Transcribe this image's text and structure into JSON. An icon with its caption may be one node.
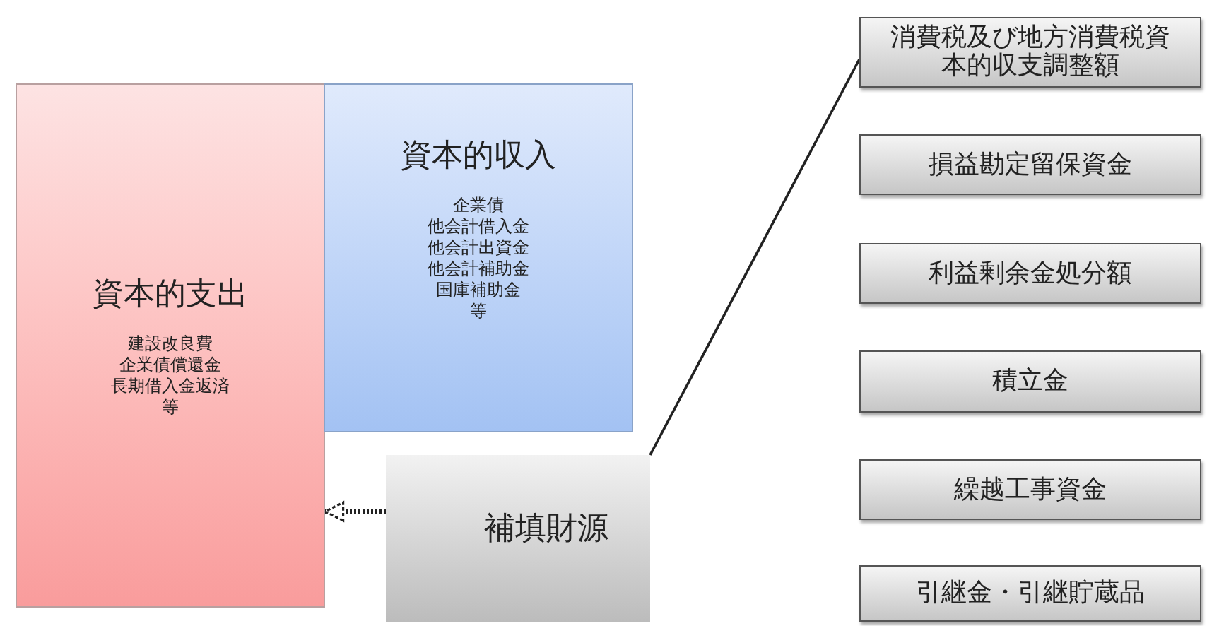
{
  "diagram": {
    "nodes": [
      {
        "text": [
          "資本的支出",
          "建設改良費",
          "企業債償還金",
          "長期借入金返済",
          "等"
        ]
      },
      {
        "text": [
          "資本的収入",
          "企業債",
          "他会計借入金",
          "他会計出資金",
          "他会計補助金",
          "国庫補助金",
          "等"
        ]
      },
      {
        "text": [
          "補填財源"
        ]
      },
      {
        "text": [
          "消費税及び地方消費税資本的収支調整額"
        ]
      },
      {
        "text": [
          "損益勘定留保資金"
        ]
      },
      {
        "text": [
          "利益剰余金処分額"
        ]
      },
      {
        "text": [
          "積立金"
        ]
      },
      {
        "text": [
          "繰越工事資金"
        ]
      },
      {
        "text": [
          "引継金・引継貯蔵品"
        ]
      }
    ],
    "edges": [
      {
        "from": 2,
        "to": 0,
        "arrow": "to",
        "style": "dashed"
      },
      {
        "from": 2,
        "to": 3,
        "arrow": "none"
      }
    ]
  }
}
